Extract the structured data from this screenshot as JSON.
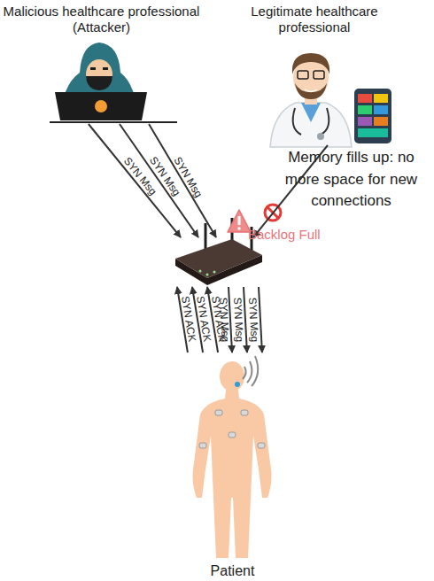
{
  "diagram": {
    "nodes": [
      {
        "text": [
          "Malicious healthcare professional (Attacker)"
        ]
      },
      {
        "text": [
          "Legitimate healthcare professional"
        ]
      },
      {
        "text": [
          "Backlog Full"
        ]
      },
      {
        "text": [
          "Patient"
        ]
      }
    ],
    "edges": [
      {
        "from": 0,
        "to": 2,
        "label": "SYN Msg",
        "arrow": "to"
      },
      {
        "from": 0,
        "to": 2,
        "label": "SYN Msg",
        "arrow": "to"
      },
      {
        "from": 0,
        "to": 2,
        "label": "SYN Msg",
        "arrow": "to"
      },
      {
        "from": 1,
        "to": 2,
        "arrow": "to"
      },
      {
        "from": 2,
        "to": 3,
        "label": "SYN Msg",
        "arrow": "to"
      },
      {
        "from": 2,
        "to": 3,
        "label": "SYN Msg",
        "arrow": "to"
      },
      {
        "from": 2,
        "to": 3,
        "label": "SYN Msg",
        "arrow": "to"
      },
      {
        "from": 3,
        "to": 2,
        "label": "SYN ACK",
        "arrow": "to"
      },
      {
        "from": 3,
        "to": 2,
        "label": "SYN ACK",
        "arrow": "to"
      },
      {
        "from": 3,
        "to": 2,
        "label": "SYN ACK",
        "arrow": "to"
      }
    ],
    "labels": [
      "Memory fills up: no more space for new connections"
    ]
  }
}
